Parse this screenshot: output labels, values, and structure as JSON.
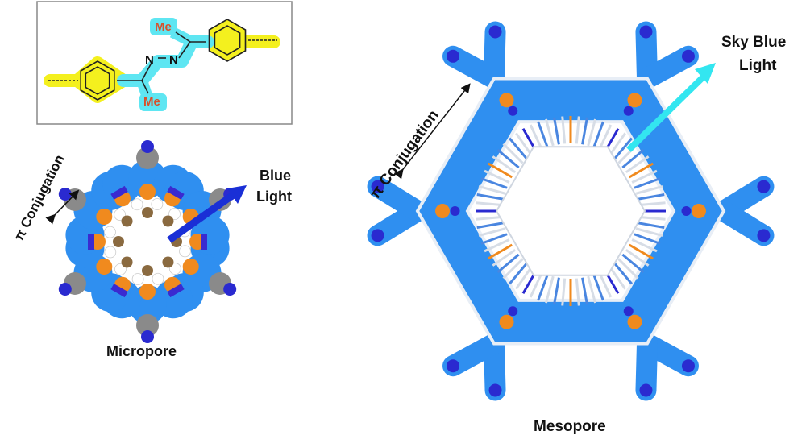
{
  "molecule": {
    "me_top": "Me",
    "me_bottom": "Me",
    "n_left": "N",
    "n_right": "N"
  },
  "micropore": {
    "label": "Micropore",
    "conjugation_label": "π Conjugation",
    "light_line1": "Blue",
    "light_line2": "Light",
    "arrow_color": "#1a2fd6"
  },
  "mesopore": {
    "label": "Mesopore",
    "conjugation_label": "π Conjugation",
    "light_line1": "Sky Blue",
    "light_line2": "Light",
    "arrow_color": "#33e6f0"
  },
  "colors": {
    "framework_blue": "#2f8ff0",
    "linker_orange": "#f08a1e",
    "nitrogen": "#2a2ad0",
    "highlight_yellow": "#f4f01e",
    "highlight_cyan": "#5fe6f2",
    "methyl_red": "#e0502a"
  }
}
